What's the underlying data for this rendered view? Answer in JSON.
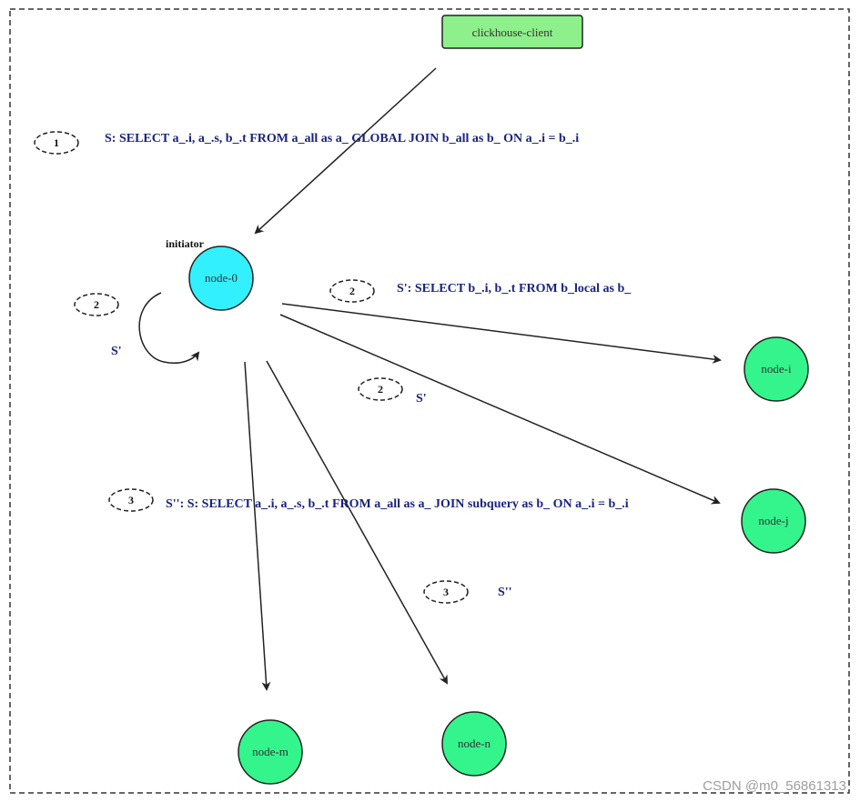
{
  "colors": {
    "client_fill": "#8ef08a",
    "initiator_fill": "#33f0ff",
    "node_fill": "#33f58c",
    "stroke": "#222222",
    "label_blue": "#1a237e"
  },
  "client": {
    "label": "clickhouse-client"
  },
  "initiator": {
    "tag": "initiator",
    "node": "node-0"
  },
  "nodes": {
    "i": "node-i",
    "j": "node-j",
    "m": "node-m",
    "n": "node-n"
  },
  "steps": {
    "one": {
      "badge": "1",
      "text": "S: SELECT a_.i, a_.s, b_.t FROM a_all as a_ GLOBAL JOIN b_all as b_ ON a_.i = b_.i"
    },
    "two_self": {
      "badge": "2",
      "text": "S'"
    },
    "two_top": {
      "badge": "2",
      "text": "S': SELECT b_.i, b_.t FROM b_local as b_"
    },
    "two_mid": {
      "badge": "2",
      "text": "S'"
    },
    "three_left": {
      "badge": "3",
      "text": "S'':  S: SELECT a_.i, a_.s, b_.t FROM a_all as a_ JOIN subquery as b_ ON a_.i = b_.i"
    },
    "three_bottom": {
      "badge": "3",
      "text": "S''"
    }
  },
  "watermark": "CSDN @m0_56861313"
}
